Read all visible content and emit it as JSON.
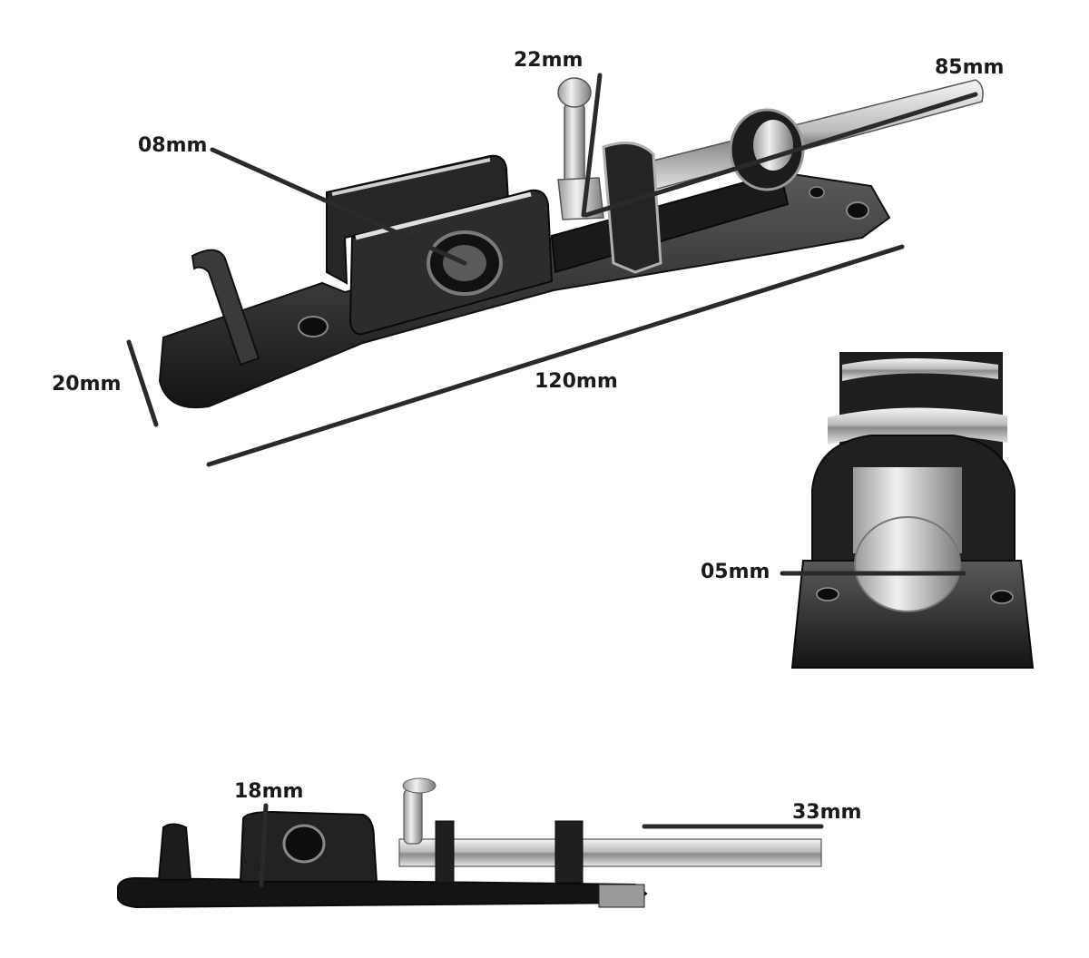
{
  "image": {
    "subject": "barrel bolt latch with dimension annotations",
    "colors": {
      "metal_dark": "#1c1c1c",
      "metal_mid": "#6a6a6a",
      "chrome": "#d8d8d8",
      "line": "#2a2a2a",
      "background": "#ffffff"
    }
  },
  "labels": {
    "d22": "22mm",
    "d85": "85mm",
    "d08": "08mm",
    "d20": "20mm",
    "d120": "120mm",
    "d05": "05mm",
    "d18": "18mm",
    "d33": "33mm"
  }
}
